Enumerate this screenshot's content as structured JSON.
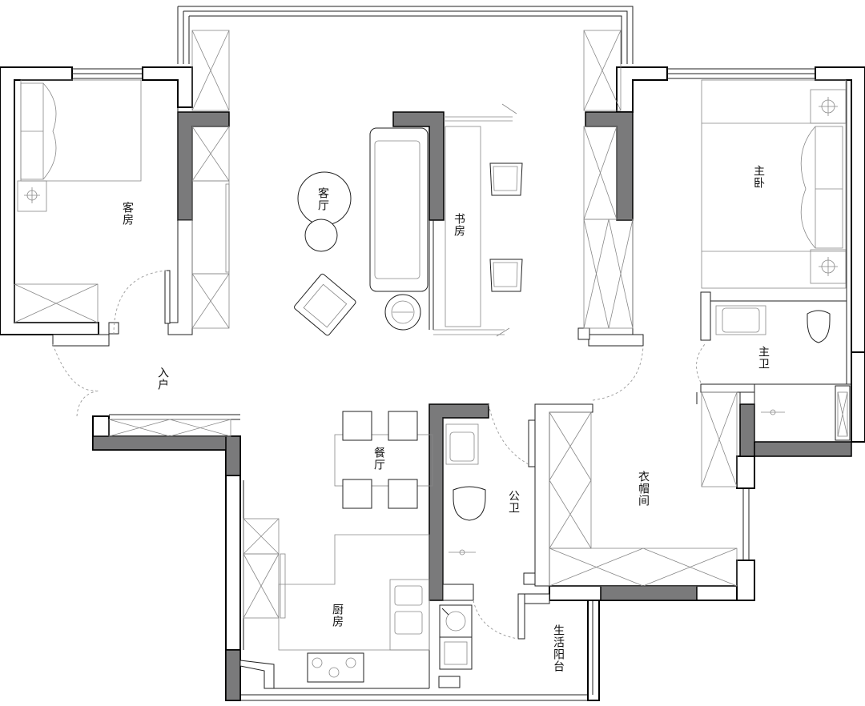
{
  "rooms": {
    "guest_room": "客房",
    "living_room": "客厅",
    "study": "书房",
    "master_bedroom": "主卧",
    "master_bath": "主卫",
    "entrance": "入户",
    "dining": "餐厅",
    "public_bath": "公卫",
    "cloakroom": "衣帽间",
    "kitchen": "厨房",
    "utility_balcony": "生活阳台"
  },
  "colors": {
    "wall_fill": "#7a7a7b",
    "line": "#000000",
    "background": "#ffffff"
  }
}
